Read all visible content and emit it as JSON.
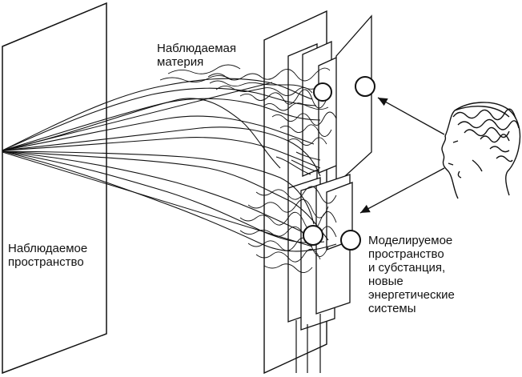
{
  "labels": {
    "observed_matter": "Наблюдаемая\nматерия",
    "observed_space": "Наблюдаемое\nпространство",
    "modeled_space": "Моделируемое\nпространство\nи субстанция,\nновые\nэнергетические\nсистемы"
  },
  "icons": [
    "observer-head-icon",
    "arrow-icon"
  ],
  "colors": {
    "ink": "#111111",
    "paper": "#ffffff"
  }
}
